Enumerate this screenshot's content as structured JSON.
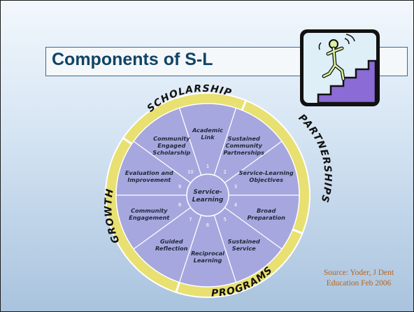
{
  "slide": {
    "title": "Components of S-L",
    "source": "Source: Yoder,  J Dent Education Feb 2006"
  },
  "wheel": {
    "center_label": "Service-Learning",
    "ring_labels": {
      "top": "SCHOLARSHIP",
      "right": "PARTNERSHIPS",
      "bottom": "PROGRAMS",
      "left": "GROWTH"
    },
    "segments": [
      {
        "number": "1",
        "label": "Academic Link"
      },
      {
        "number": "2",
        "label": "Sustained Community Partnerships"
      },
      {
        "number": "3",
        "label": "Service-Learning Objectives"
      },
      {
        "number": "4",
        "label": "Broad Preparation"
      },
      {
        "number": "5",
        "label": "Sustained Service"
      },
      {
        "number": "6",
        "label": "Reciprocal Learning"
      },
      {
        "number": "7",
        "label": "Guided Reflection"
      },
      {
        "number": "8",
        "label": "Community Engagement"
      },
      {
        "number": "9",
        "label": "Evaluation and Improvement"
      },
      {
        "number": "10",
        "label": "Community Engaged Scholarship"
      }
    ]
  },
  "colors": {
    "ring": "#e8e070",
    "wheel_fill": "#a7a7df",
    "divider": "#ffffff",
    "title_text": "#114466",
    "source_text": "#b8641f"
  },
  "icons": {
    "clip_art": "person-climbing-stairs-icon"
  }
}
